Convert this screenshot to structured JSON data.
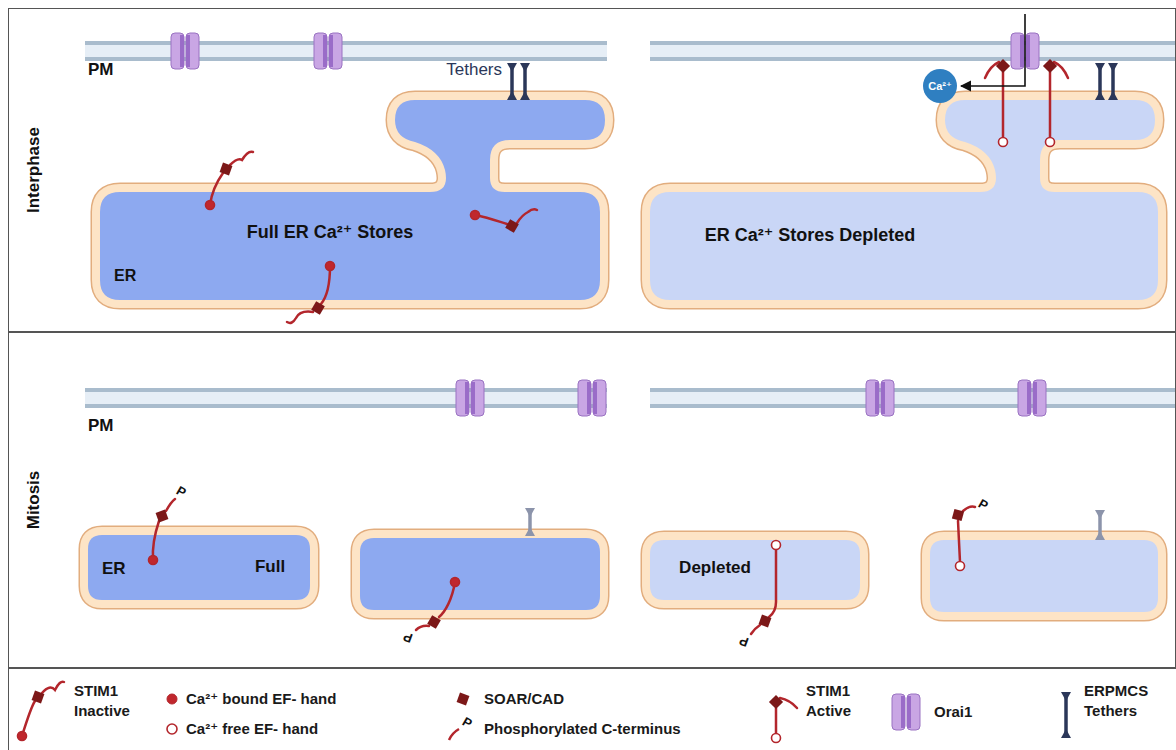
{
  "diagram": {
    "nodes": [
      {
        "text": [
          "Interphase"
        ]
      },
      {
        "text": [
          "Mitosis"
        ]
      },
      {
        "text": [
          "Full ER Ca²⁺ Stores",
          "ER"
        ],
        "in": 0
      },
      {
        "text": [
          "ER Ca²⁺ Stores Depleted"
        ],
        "in": 0
      },
      {
        "text": [
          "Ca²⁺"
        ],
        "in": 0
      },
      {
        "text": [
          "ER",
          "Full"
        ],
        "in": 1
      },
      {
        "text": [
          "Depleted"
        ],
        "in": 1
      }
    ],
    "labels": [
      "PM",
      "Tethers",
      "PM",
      "P",
      "P",
      "P",
      "P",
      "P"
    ],
    "legend": [
      {
        "text": "STIM1 Inactive"
      },
      {
        "text": "Ca²⁺ bound EF- hand"
      },
      {
        "text": "Ca²⁺ free EF- hand"
      },
      {
        "text": "SOAR/CAD"
      },
      {
        "text": "Phosphorylated C-terminus"
      },
      {
        "text": "STIM1 Active"
      },
      {
        "text": "Orai1"
      },
      {
        "text": "ERPMCS Tethers"
      }
    ]
  }
}
